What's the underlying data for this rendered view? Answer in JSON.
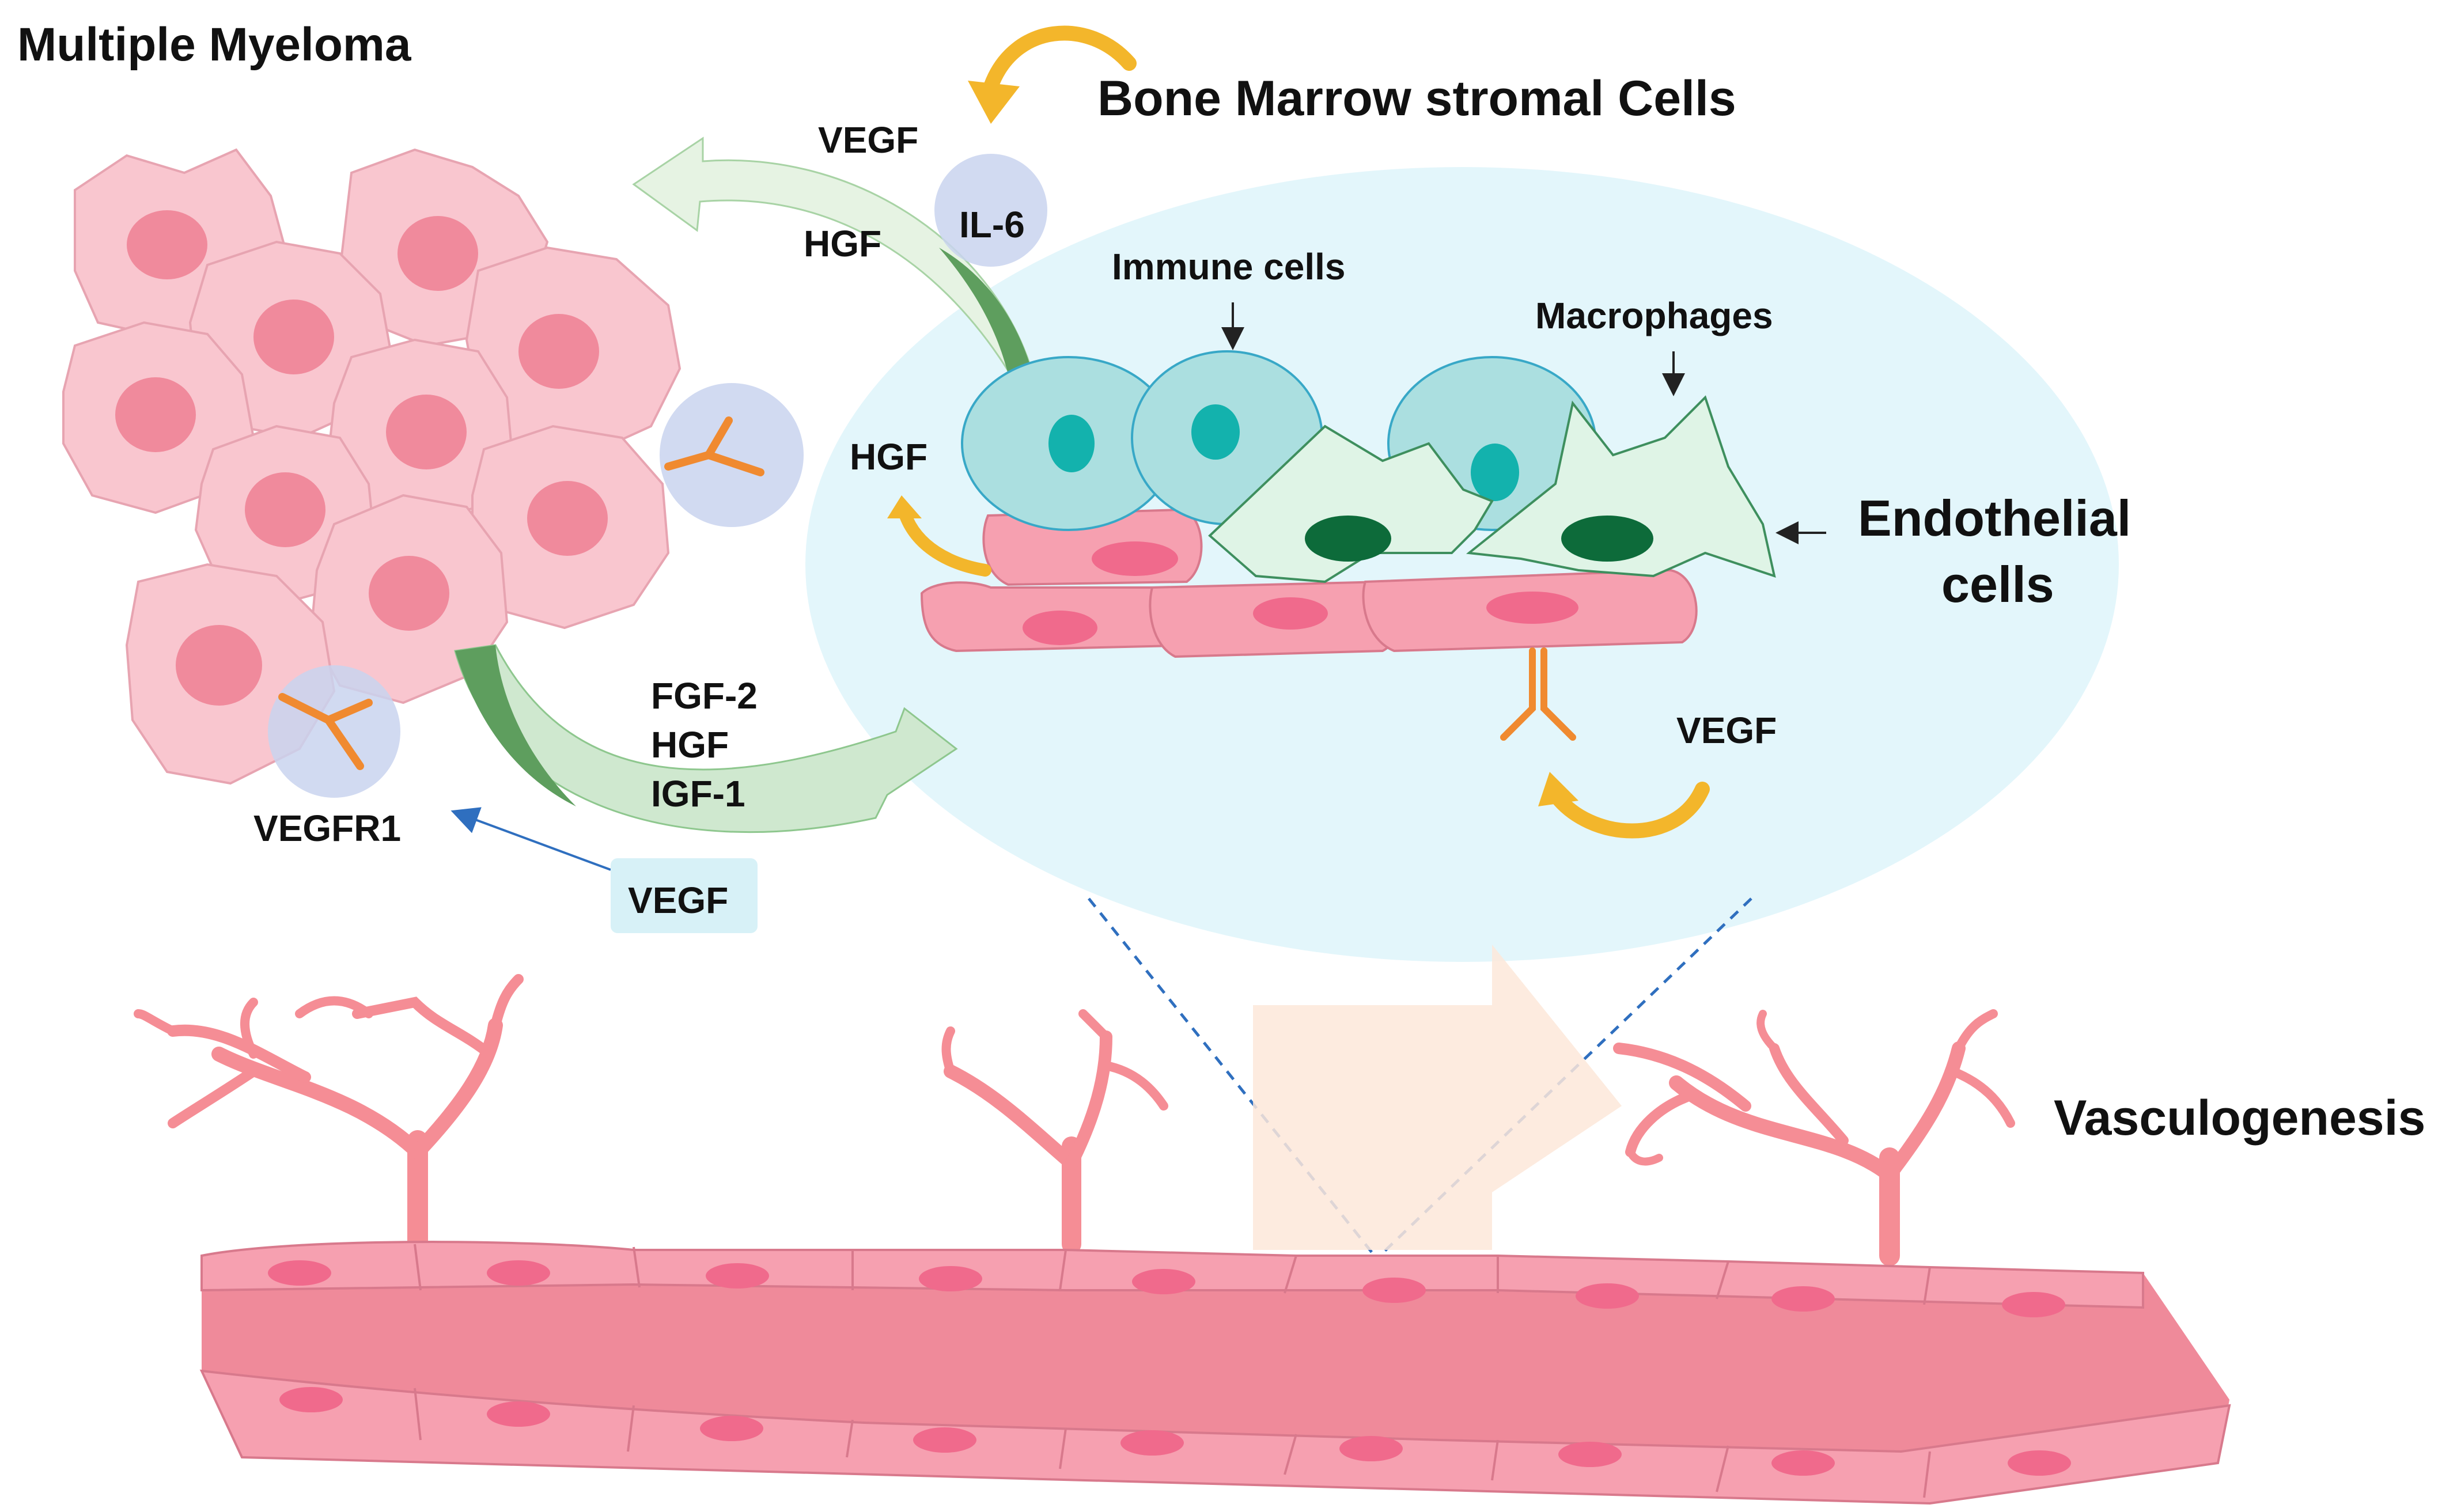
{
  "labels": {
    "multiple_myeloma": "Multiple Myeloma",
    "bone_marrow_stromal_cells": "Bone Marrow stromal Cells",
    "vegf_top": "VEGF",
    "il6": "IL-6",
    "hgf_top": "HGF",
    "immune_cells": "Immune cells",
    "macrophages": "Macrophages",
    "hgf_mid": "HGF",
    "endothelial_line1": "Endothelial",
    "endothelial_line2": "cells",
    "fgf2": "FGF-2",
    "hgf_low": "HGF",
    "igf1": "IGF-1",
    "vegf_right": "VEGF",
    "vegfr1": "VEGFR1",
    "vegf_box": "VEGF",
    "vasculogenesis": "Vasculogenesis"
  },
  "colors": {
    "myeloma_cell": "#f9c6cf",
    "myeloma_nucleus": "#f08a9c",
    "zoom_ellipse": "#e3f6fb",
    "immune_cell": "#abdfe0",
    "immune_nucleus": "#13b2ad",
    "macrophage": "#dff4e6",
    "macrophage_nucleus": "#0d6b3a",
    "endothelial": "#f6a0b0",
    "endothelial_dark": "#ef8a9a",
    "endo_nucleus": "#f06a8c",
    "receptor": "#f08a30",
    "yellow_arrow": "#f3b62b",
    "green_arrow": "#7fbf7f",
    "vessel_branch": "#f58d95",
    "dashed": "#2f6fbf"
  }
}
